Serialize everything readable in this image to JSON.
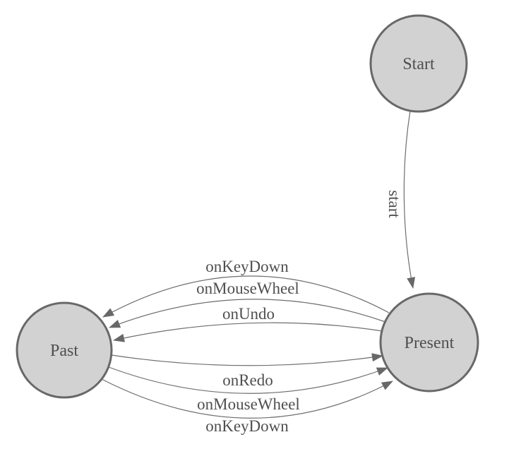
{
  "diagram": {
    "colors": {
      "background": "#ffffff",
      "node_fill": "#d2d2d2",
      "node_stroke": "#686868",
      "edge_stroke": "#6e6e6e",
      "arrow_fill": "#686868",
      "label_color": "#4f4f4f"
    },
    "nodes": [
      {
        "id": "start",
        "label": "Start"
      },
      {
        "id": "present",
        "label": "Present"
      },
      {
        "id": "past",
        "label": "Past"
      }
    ],
    "edges": [
      {
        "from": "Start",
        "to": "Present",
        "label": "start"
      },
      {
        "from": "Present",
        "to": "Past",
        "label": "onKeyDown"
      },
      {
        "from": "Present",
        "to": "Past",
        "label": "onMouseWheel"
      },
      {
        "from": "Present",
        "to": "Past",
        "label": "onUndo"
      },
      {
        "from": "Past",
        "to": "Present",
        "label": "onRedo"
      },
      {
        "from": "Past",
        "to": "Present",
        "label": "onMouseWheel"
      },
      {
        "from": "Past",
        "to": "Present",
        "label": "onKeyDown"
      }
    ]
  }
}
